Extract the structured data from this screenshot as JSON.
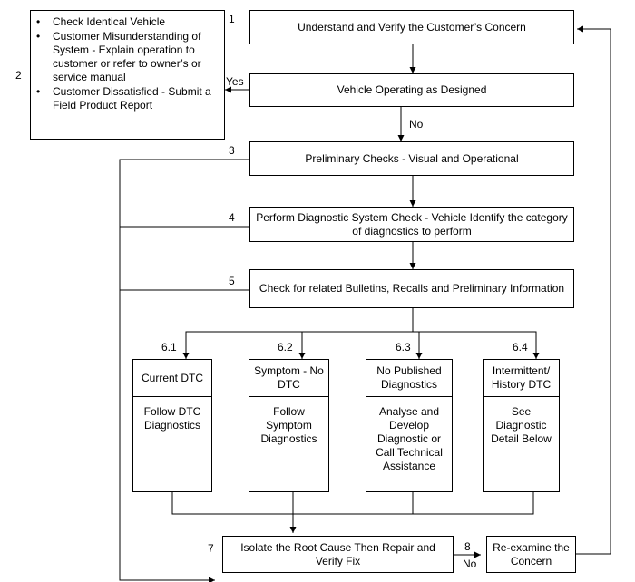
{
  "steps": {
    "s1": {
      "number": "1",
      "text": "Understand and Verify the Customer’s Concern"
    },
    "designed": {
      "text": "Vehicle Operating as Designed"
    },
    "s2": {
      "number": "2",
      "items": [
        "Check Identical Vehicle",
        "Customer Misunderstanding of System - Explain operation to customer or refer to owner’s or service manual",
        "Customer Dissatisfied - Submit a Field Product Report"
      ]
    },
    "s3": {
      "number": "3",
      "text": "Preliminary Checks - Visual and Operational"
    },
    "s4": {
      "number": "4",
      "text": "Perform Diagnostic System Check - Vehicle Identify the category of diagnostics to perform"
    },
    "s5": {
      "number": "5",
      "text": "Check for related Bulletins, Recalls and Preliminary Information"
    },
    "s61": {
      "number": "6.1",
      "title": "Current DTC",
      "body": "Follow DTC Diagnostics"
    },
    "s62": {
      "number": "6.2",
      "title": "Symptom - No DTC",
      "body": "Follow Symptom Diagnostics"
    },
    "s63": {
      "number": "6.3",
      "title": "No Published Diagnostics",
      "body": "Analyse and Develop Diagnostic or Call Technical Assistance"
    },
    "s64": {
      "number": "6.4",
      "title": "Intermittent/ History DTC",
      "body": "See Diagnostic Detail Below"
    },
    "s7": {
      "number": "7",
      "text": "Isolate the Root Cause Then Repair and Verify Fix"
    },
    "s8": {
      "number": "8",
      "text": "Re-examine the Concern"
    }
  },
  "labels": {
    "yes": "Yes",
    "no_designed": "No",
    "no_repair": "No"
  }
}
